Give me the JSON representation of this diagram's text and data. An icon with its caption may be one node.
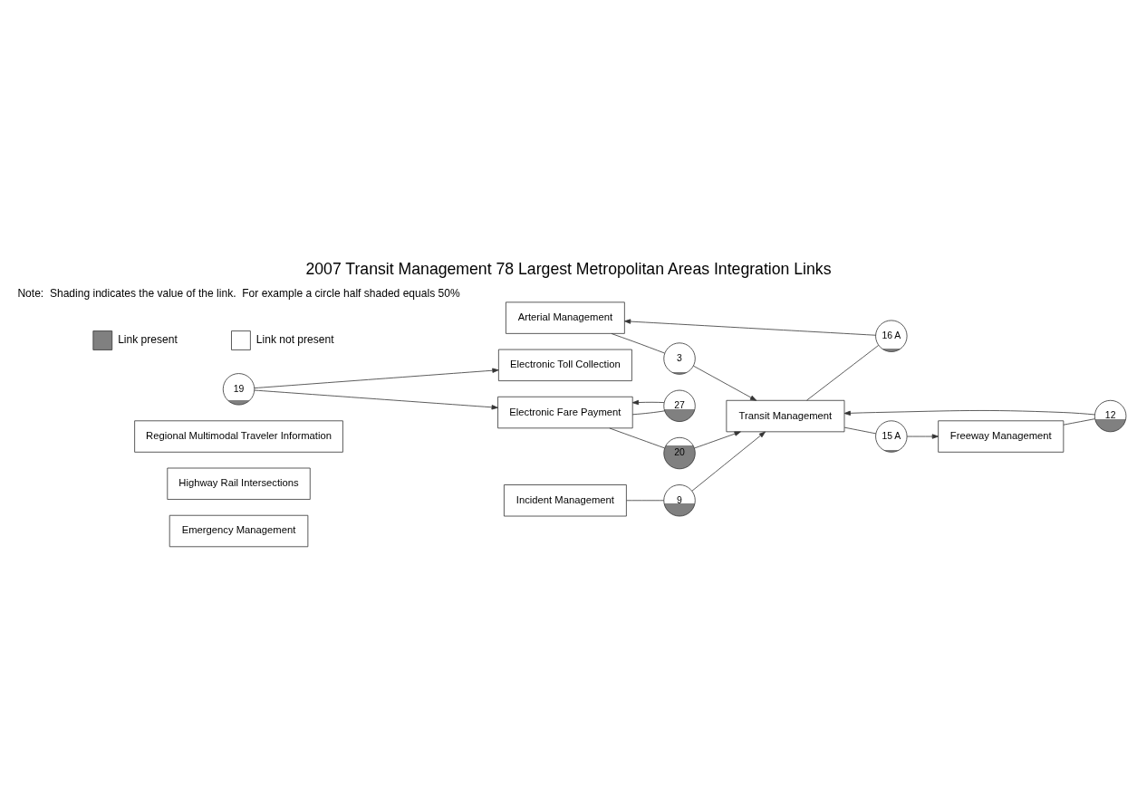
{
  "diagram": {
    "title": "2007 Transit Management 78 Largest Metropolitan Areas Integration Links",
    "nodes": [
      {
        "text": [
          "Regional Multimodal Traveler Information"
        ]
      },
      {
        "text": [
          "Arterial Management"
        ]
      },
      {
        "text": [
          "Freeway Management"
        ]
      },
      {
        "text": [
          "15 A"
        ]
      },
      {
        "text": [
          "12"
        ]
      },
      {
        "text": [
          "Transit Management"
        ]
      },
      {
        "text": [
          "3"
        ]
      },
      {
        "text": [
          "16 A"
        ]
      },
      {
        "text": [
          "20"
        ]
      },
      {
        "text": [
          "9"
        ]
      },
      {
        "text": [
          "Highway Rail Intersections"
        ]
      },
      {
        "text": [
          "Emergency Management"
        ]
      },
      {
        "text": [
          "Electronic Toll Collection"
        ]
      },
      {
        "text": [
          "19"
        ]
      },
      {
        "text": [
          "Electronic Fare Payment"
        ]
      },
      {
        "text": [
          "27"
        ]
      },
      {
        "text": [
          "Incident Management"
        ]
      }
    ],
    "edges": [
      {
        "from": 5,
        "to": 3,
        "arrow": "none"
      },
      {
        "from": 3,
        "to": 2,
        "arrow": "to"
      },
      {
        "from": 2,
        "to": 4,
        "arrow": "none"
      },
      {
        "from": 4,
        "to": 5,
        "arrow": "to"
      },
      {
        "from": 1,
        "to": 6,
        "arrow": "none"
      },
      {
        "from": 6,
        "to": 5,
        "arrow": "to"
      },
      {
        "from": 5,
        "to": 7,
        "arrow": "none"
      },
      {
        "from": 7,
        "to": 1,
        "arrow": "to"
      },
      {
        "from": 14,
        "to": 8,
        "arrow": "none"
      },
      {
        "from": 8,
        "to": 5,
        "arrow": "to"
      },
      {
        "from": 16,
        "to": 9,
        "arrow": "none"
      },
      {
        "from": 9,
        "to": 5,
        "arrow": "to"
      },
      {
        "from": 13,
        "to": 12,
        "arrow": "to"
      },
      {
        "from": 13,
        "to": 14,
        "arrow": "to"
      },
      {
        "from": 14,
        "to": 15,
        "arrow": "none"
      },
      {
        "from": 15,
        "to": 14,
        "arrow": "to"
      }
    ],
    "labels": [
      "Note:  Shading indicates the value of the link.  For example a circle half shaded equals 50%"
    ],
    "legend": [
      {
        "text": "Link present",
        "color": "#808080"
      },
      {
        "text": "Link not present",
        "color": "#ffffff"
      }
    ]
  }
}
